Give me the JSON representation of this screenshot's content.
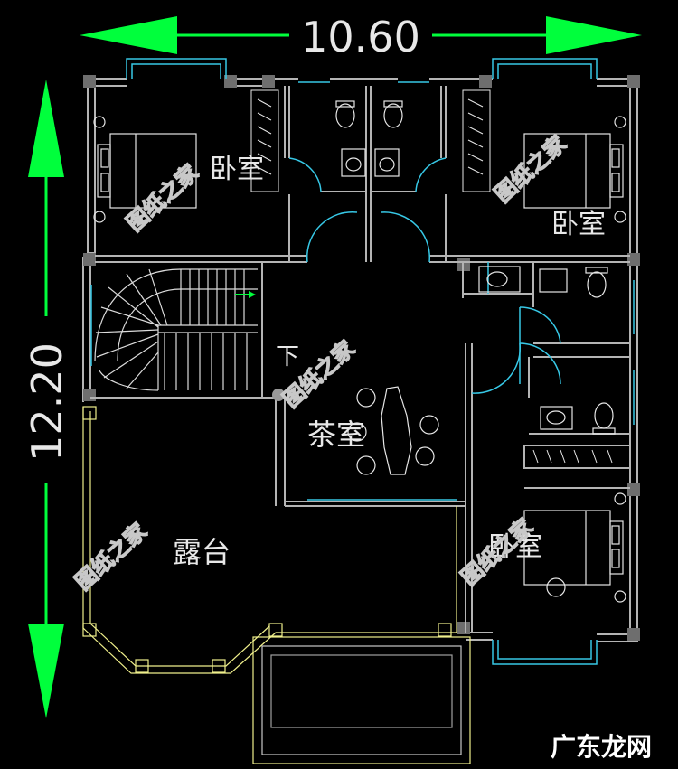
{
  "dimensions": {
    "width": "10.60",
    "height": "12.20"
  },
  "rooms": {
    "bedroom_top_left": "卧室",
    "bedroom_top_right": "卧室",
    "bedroom_bottom_right": "卧室",
    "tea_room": "茶室",
    "terrace": "露台",
    "stair_down": "下"
  },
  "watermark": "图纸之家",
  "site_logo": "广东龙网",
  "colors": {
    "arrow": "#00ff3c",
    "wall": "#b4b4b4",
    "window": "#37c8e6",
    "terrace": "#f0f08c",
    "furniture": "#e6e6e6",
    "door": "#37c8e6"
  }
}
